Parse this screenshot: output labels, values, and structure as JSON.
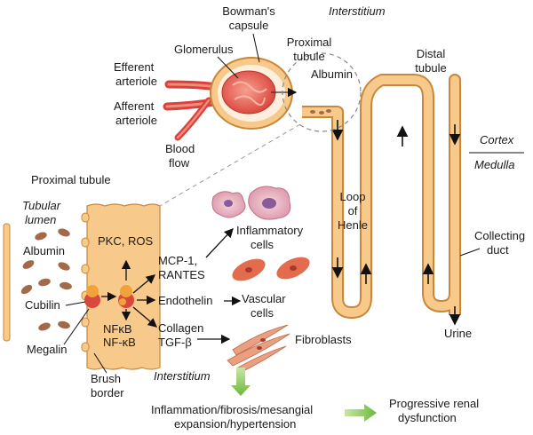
{
  "labels": {
    "bowmans_capsule_1": "Bowman's",
    "bowmans_capsule_2": "capsule",
    "interstitium_top": "Interstitium",
    "glomerulus": "Glomerulus",
    "proximal_tubule_top_1": "Proximal",
    "proximal_tubule_top_2": "tubule",
    "albumin_top": "Albumin",
    "distal_tubule_1": "Distal",
    "distal_tubule_2": "tubule",
    "efferent_1": "Efferent",
    "efferent_2": "arteriole",
    "afferent_1": "Afferent",
    "afferent_2": "arteriole",
    "blood_flow_1": "Blood",
    "blood_flow_2": "flow",
    "cortex": "Cortex",
    "medulla": "Medulla",
    "proximal_tubule_main": "Proximal tubule",
    "tubular_lumen_1": "Tubular",
    "tubular_lumen_2": "lumen",
    "albumin_left": "Albumin",
    "pkc_ros": "PKC, ROS",
    "inflammatory_cells_1": "Inflammatory",
    "inflammatory_cells_2": "cells",
    "loop_1": "Loop",
    "loop_2": "of",
    "loop_3": "Henle",
    "collecting_duct_1": "Collecting",
    "collecting_duct_2": "duct",
    "mcp1": "MCP-1,",
    "rantes": "RANTES",
    "cubilin": "Cubilin",
    "endothelin": "Endothelin",
    "vascular_cells_1": "Vascular",
    "vascular_cells_2": "cells",
    "megalin": "Megalin",
    "nfkb_1": "NFκB",
    "nfkb_2": "NF-κB",
    "collagen": "Collagen",
    "tgfb": "TGF-β",
    "urine": "Urine",
    "fibroblasts": "Fibroblasts",
    "brush_border_1": "Brush",
    "brush_border_2": "border",
    "interstitium_bottom": "Interstitium",
    "outcome_1_line1": "Inflammation/fibrosis/mesangial",
    "outcome_1_line2": "expansion/hypertension",
    "outcome_2_line1": "Progressive renal",
    "outcome_2_line2": "dysfunction"
  },
  "colors": {
    "tubule_fill": "#f7c98a",
    "tubule_stroke": "#c9873a",
    "vessel_red": "#d9413a",
    "vessel_pink": "#f08c7c",
    "albumin_brown": "#a36a4a",
    "cell_pink": "#e8b4c0",
    "vascular_cell": "#e36b4e",
    "receptor_orange": "#f2a23a",
    "receptor_red": "#d9483c",
    "green_arrow": "#7dc24a"
  }
}
